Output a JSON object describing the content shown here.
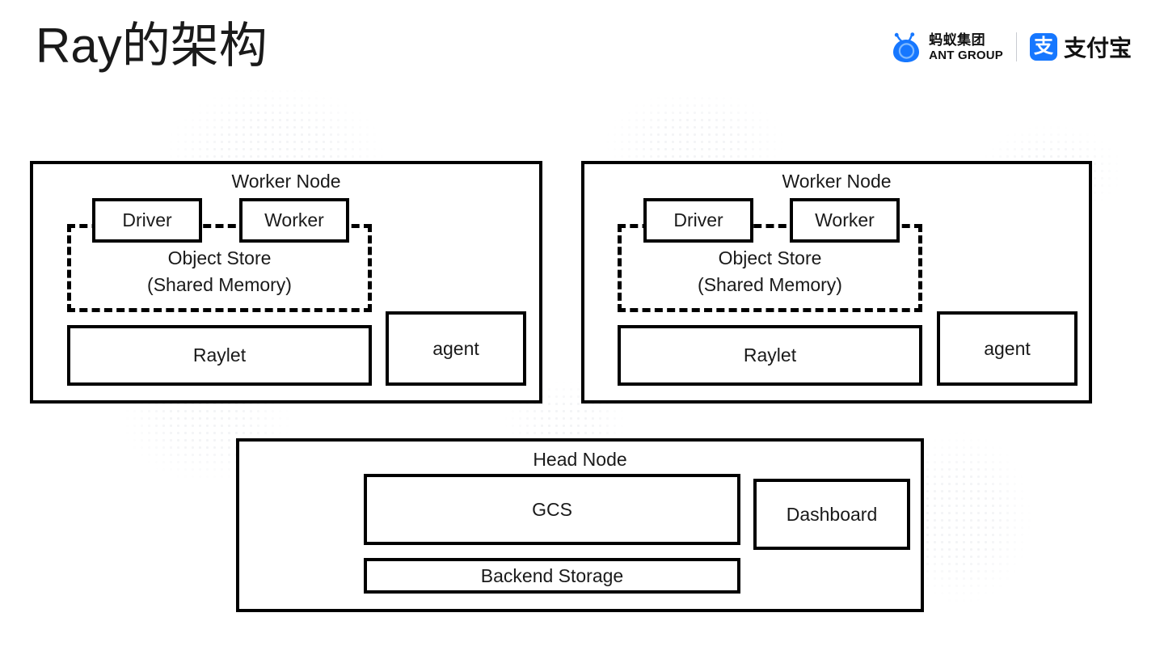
{
  "slide": {
    "title": "Ray的架构",
    "background_color": "#ffffff",
    "line_color": "#000000",
    "text_color": "#1a1a1a"
  },
  "logos": {
    "ant": {
      "mark_name": "ant-group-logo-icon",
      "cn": "蚂蚁集团",
      "en": "ANT GROUP",
      "color": "#1677ff"
    },
    "separator": "|",
    "alipay": {
      "mark_name": "alipay-logo-icon",
      "mark_glyph": "支",
      "cn": "支付宝",
      "color": "#1677ff"
    }
  },
  "diagram": {
    "type": "architecture-block-diagram",
    "worker_nodes": [
      {
        "title": "Worker Node",
        "driver": "Driver",
        "worker": "Worker",
        "object_store": "Object Store\n(Shared Memory)",
        "raylet": "Raylet",
        "agent": "agent"
      },
      {
        "title": "Worker Node",
        "driver": "Driver",
        "worker": "Worker",
        "object_store": "Object Store\n(Shared Memory)",
        "raylet": "Raylet",
        "agent": "agent"
      }
    ],
    "head_node": {
      "title": "Head Node",
      "gcs": "GCS",
      "backend_storage": "Backend Storage",
      "dashboard": "Dashboard"
    }
  }
}
